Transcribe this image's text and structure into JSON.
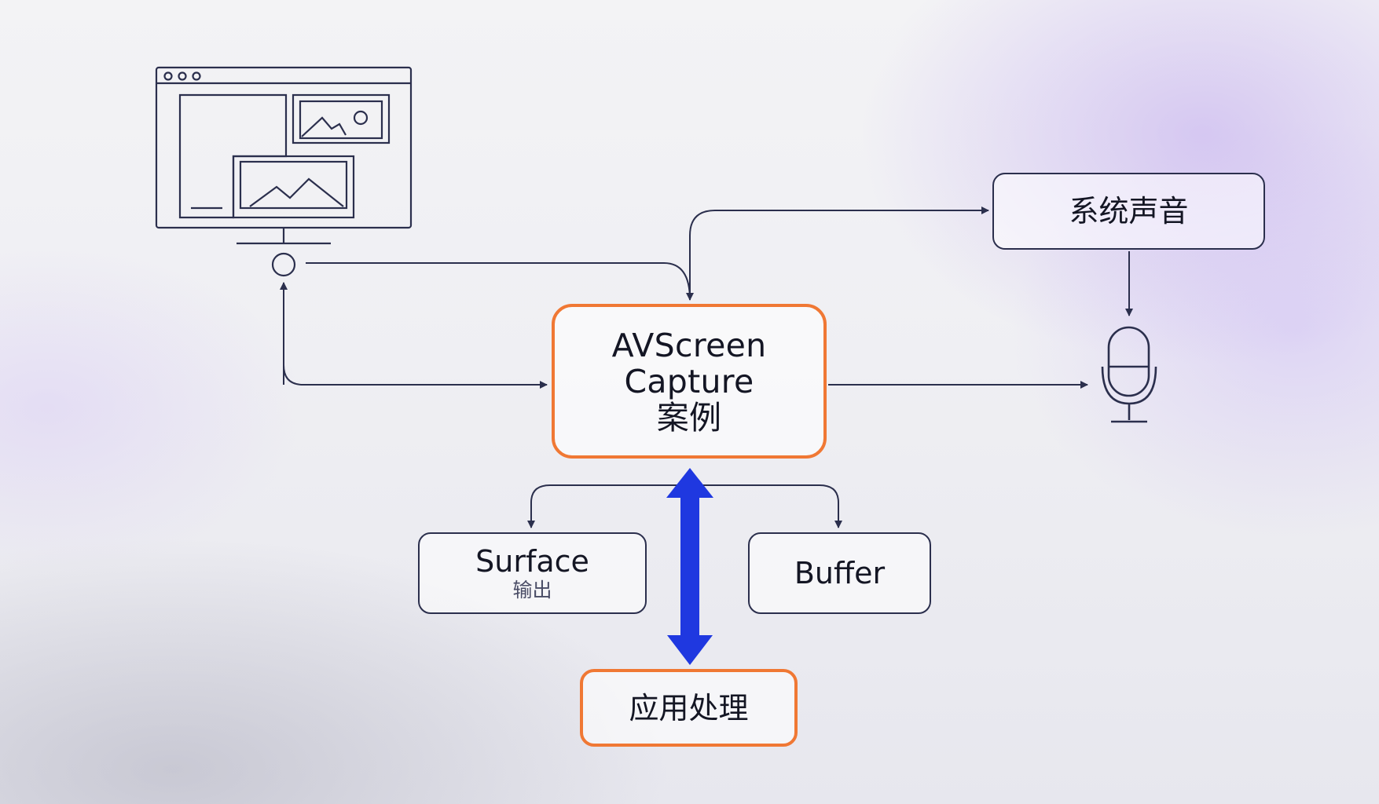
{
  "diagram": {
    "system_audio": "系统声音",
    "main_node": {
      "line1": "AVScreen",
      "line2": "Capture",
      "line3": "案例"
    },
    "surface": {
      "label": "Surface",
      "sub": "输出"
    },
    "buffer": {
      "label": "Buffer"
    },
    "app_processing": "应用处理"
  },
  "colors": {
    "stroke": "#2b2f4d",
    "accent_orange": "#f07834",
    "accent_blue": "#1f38e0"
  },
  "icons": [
    "screen-capture-icon",
    "microphone-icon"
  ]
}
